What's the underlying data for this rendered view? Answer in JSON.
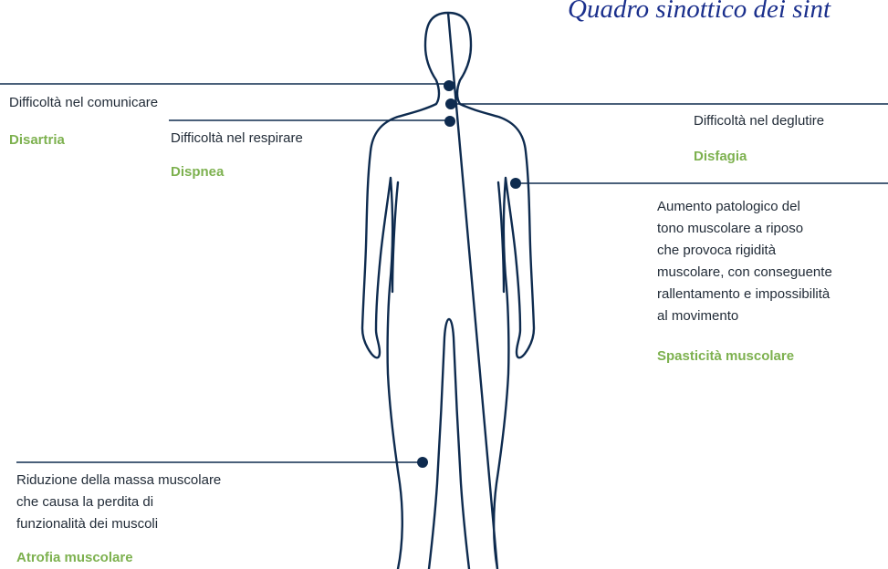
{
  "title": "Quadro sinottico dei sint",
  "colors": {
    "outline": "#0e2b4f",
    "term": "#7db14f",
    "text": "#222c38",
    "title": "#1a2f8c"
  },
  "symptoms": {
    "disartria": {
      "description": "Difficoltà nel comunicare",
      "term": "Disartria"
    },
    "dispnea": {
      "description": "Difficoltà nel respirare",
      "term": "Dispnea"
    },
    "disfagia": {
      "description": "Difficoltà nel deglutire",
      "term": "Disfagia"
    },
    "spasticita": {
      "description_lines": [
        "Aumento patologico del",
        "tono muscolare a riposo",
        "che provoca rigidità",
        "muscolare, con conseguente",
        "rallentamento e impossibilità",
        "al movimento"
      ],
      "term": "Spasticità muscolare"
    },
    "atrofia": {
      "description_lines": [
        "Riduzione della massa muscolare",
        "che causa la perdita di",
        "funzionalità dei muscoli"
      ],
      "term": "Atrofia muscolare"
    }
  }
}
